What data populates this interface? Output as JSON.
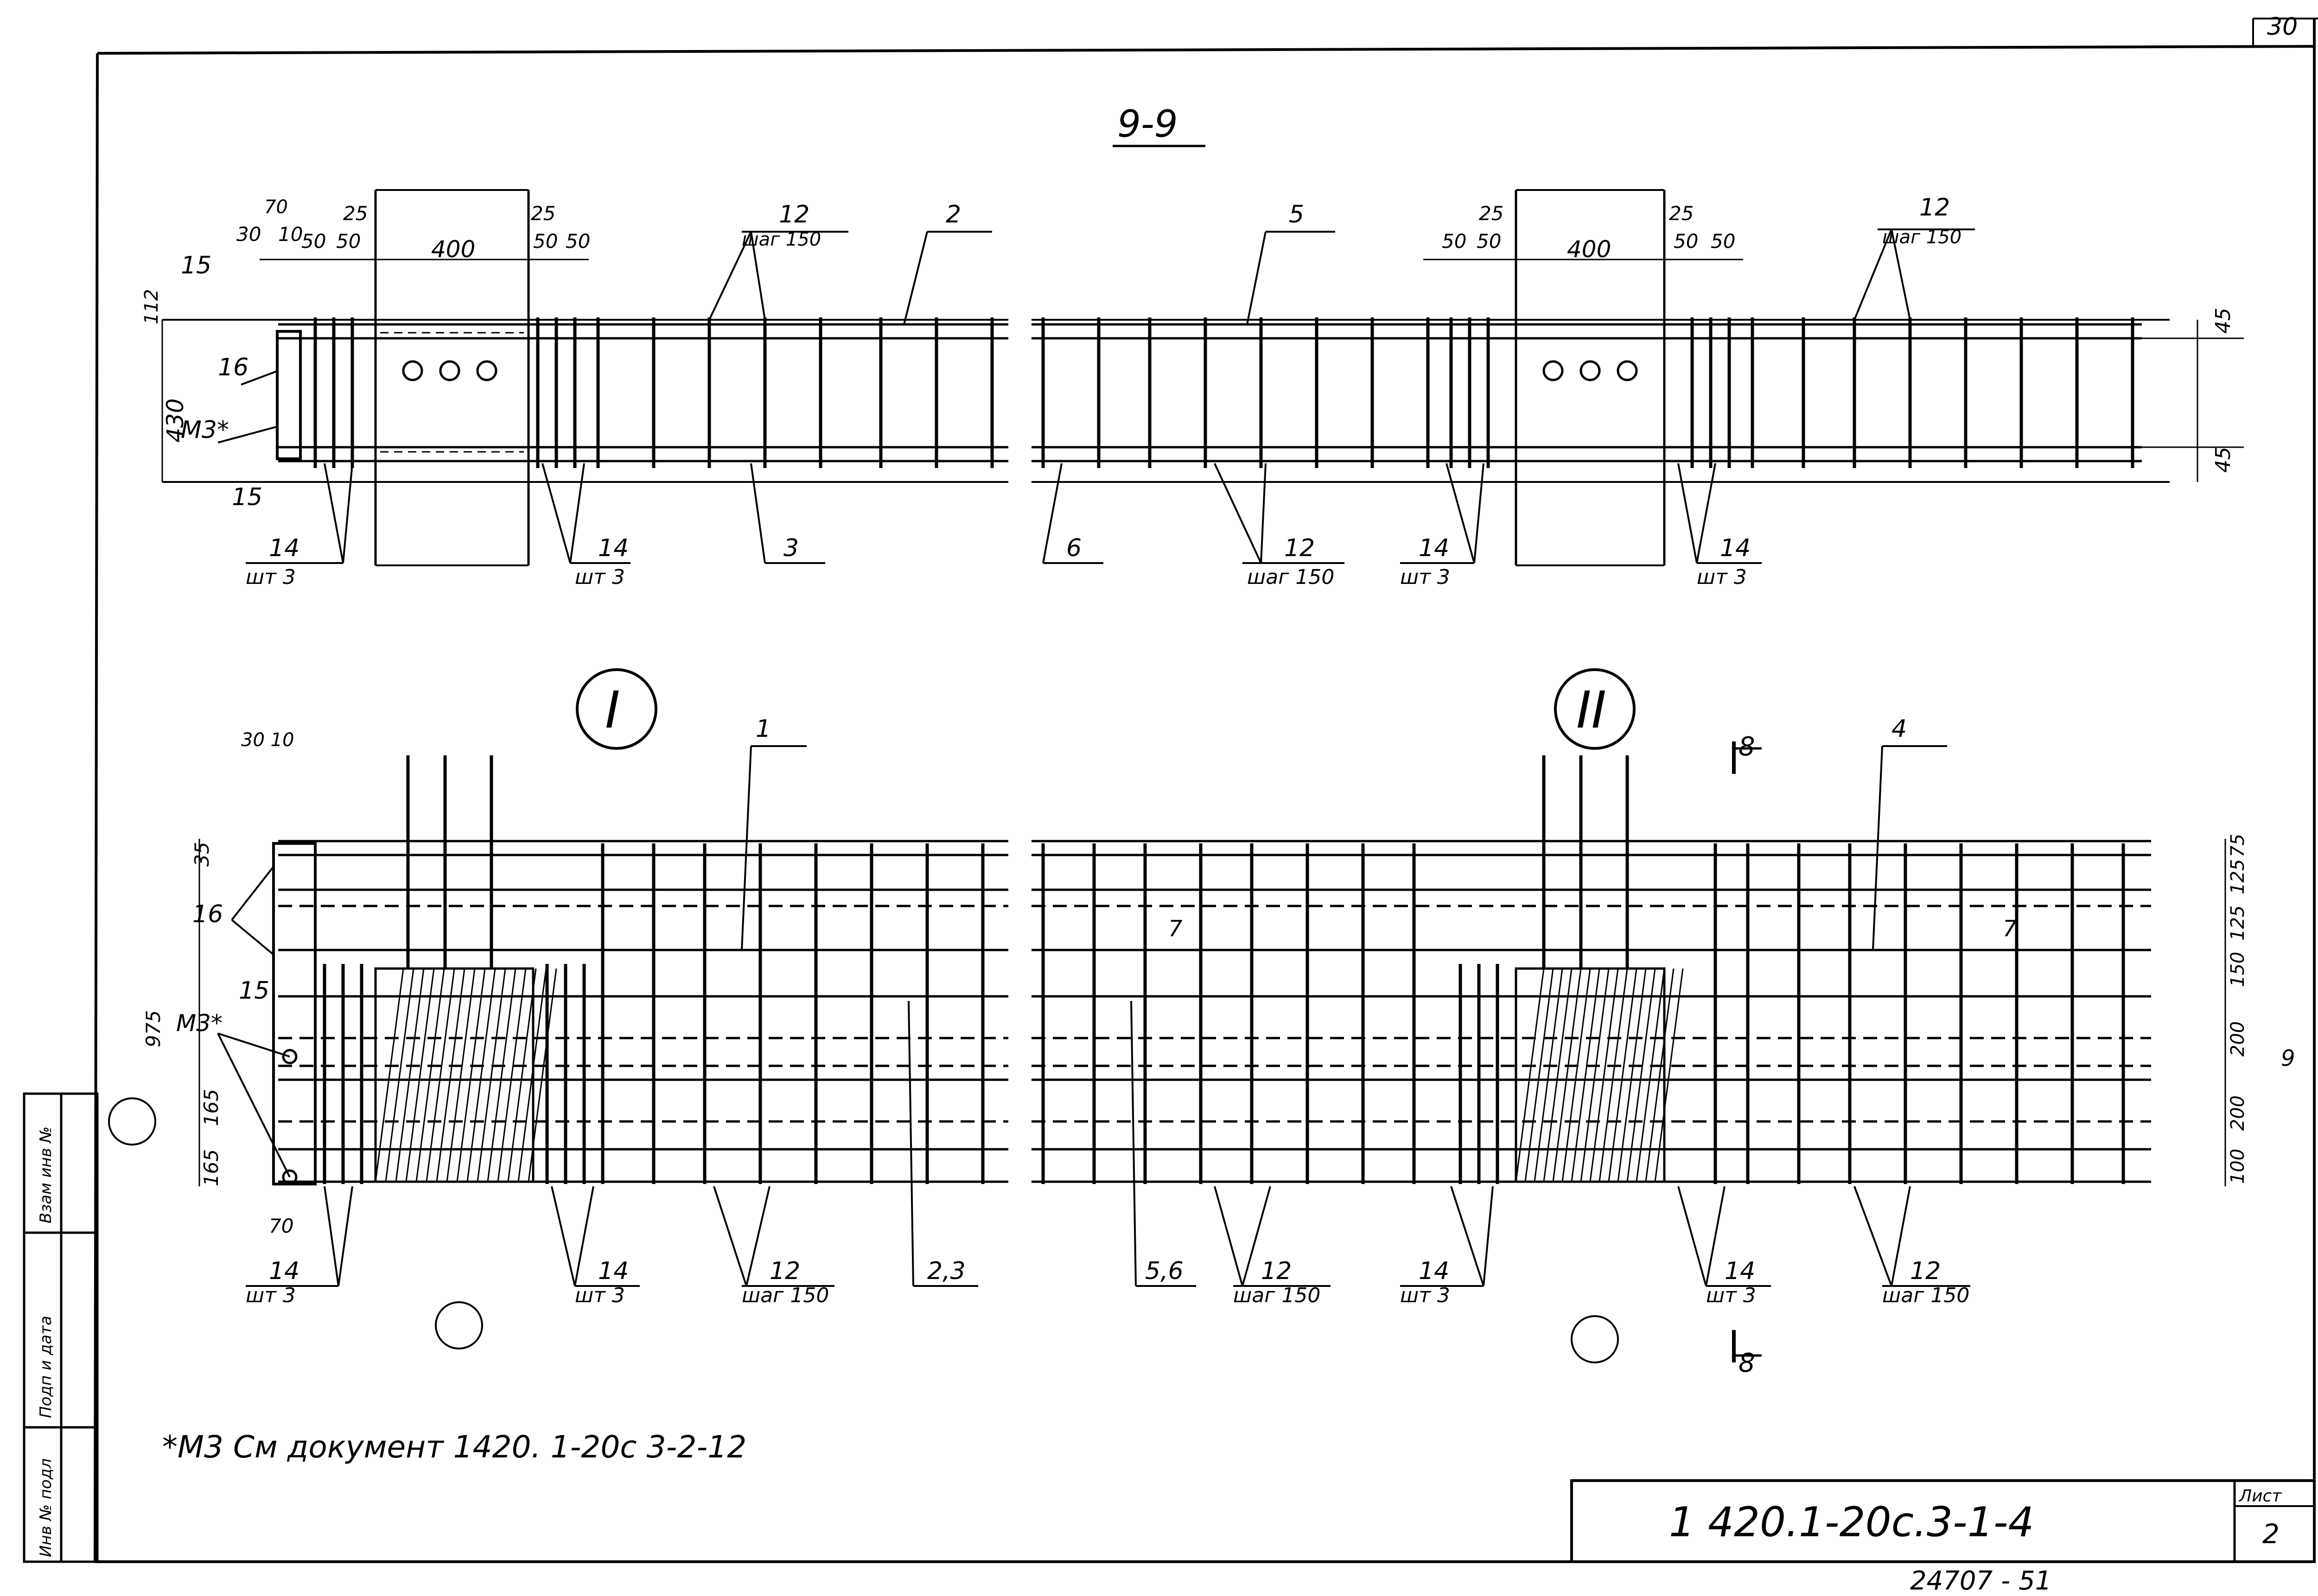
{
  "sheet": {
    "corner_number": "30",
    "stamp_code": "1 420.1-20c.3-1-4",
    "list_label": "Лист",
    "list_number": "2",
    "inventory_number": "24707 - 51",
    "footnote": "*М3  См документ  1420. 1-20с 3-2-12",
    "side_labels": [
      "Взам инв №",
      "Подп и дата",
      "Инв № подл"
    ]
  },
  "section_top": {
    "title": "9-9",
    "dims_top": [
      "70",
      "30",
      "10",
      "25",
      "50",
      "50",
      "400",
      "25",
      "50",
      "50",
      "25",
      "50",
      "50",
      "400",
      "25",
      "50",
      "50"
    ],
    "dim_430": "430",
    "dim_112": "112",
    "dim_45_top": "45",
    "dim_45_bot": "45",
    "labels": {
      "m3": "М3*",
      "c2": "2",
      "c3": "3",
      "c5": "5",
      "c6": "6",
      "c12": "12",
      "step150": "шаг 150",
      "c14": "14",
      "sht3": "шт 3",
      "c15": "15",
      "c16": "16"
    }
  },
  "plan": {
    "node1": "I",
    "node2": "II",
    "dims_left": [
      "35",
      "975",
      "165",
      "165"
    ],
    "dims_right": [
      "75",
      "125",
      "125",
      "150",
      "200",
      "200",
      "100"
    ],
    "dims_3010": "30 10",
    "dim_70": "70",
    "labels": {
      "c1": "1",
      "c4": "4",
      "c23": "2,3",
      "c56": "5,6",
      "c12": "12",
      "step150": "шаг 150",
      "c14": "14",
      "sht3": "шт 3",
      "c15": "15",
      "c16": "16",
      "m3": "М3*",
      "s7": "7",
      "s8": "8",
      "s9": "9"
    }
  }
}
